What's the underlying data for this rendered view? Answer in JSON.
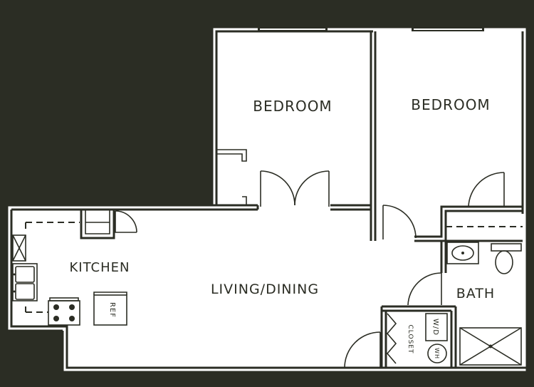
{
  "labels": {
    "bedroom_left": "BEDROOM",
    "bedroom_right": "BEDROOM",
    "kitchen": "KITCHEN",
    "living_dining": "LIVING/DINING",
    "bath": "BATH",
    "closet": "CLOSET",
    "ref": "REF",
    "wd": "W/D",
    "wh": "WH"
  },
  "colors": {
    "background": "#2b2d24",
    "floor": "#ffffff",
    "lines": "#2b2d24"
  }
}
